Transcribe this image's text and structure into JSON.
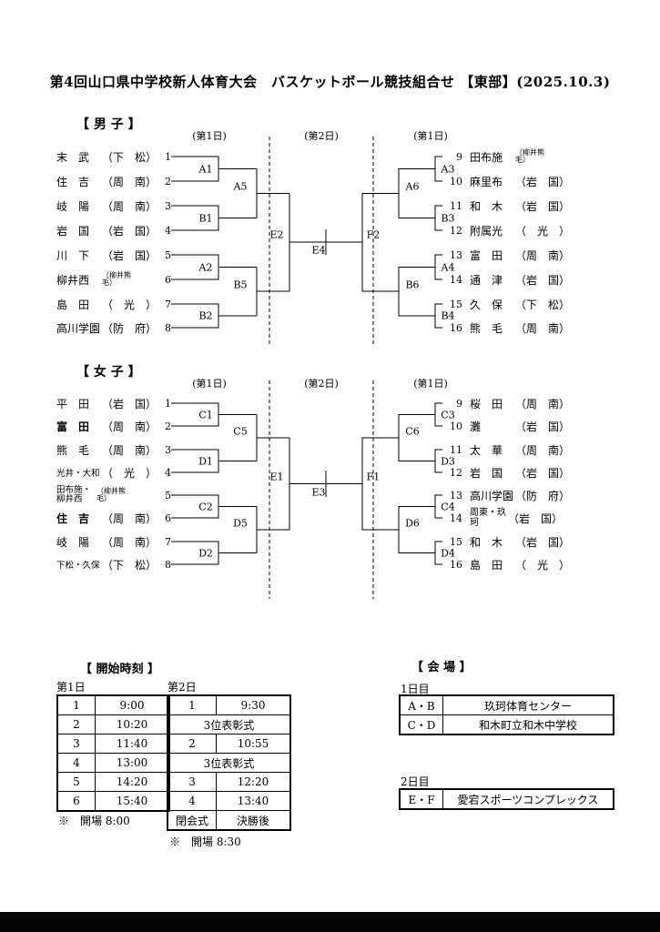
{
  "page": {
    "title": "第4回山口県中学校新人体育大会　バスケットボール競技組合せ 【東部】(2025.10.3)"
  },
  "men": {
    "section_label": "【 男 子 】",
    "day_left": "(第1日)",
    "day_center": "(第2日)",
    "day_right": "(第1日)",
    "left_teams": [
      {
        "name": "末　武",
        "region": "（下　松）",
        "seed": "1"
      },
      {
        "name": "住　吉",
        "region": "（周　南）",
        "seed": "2"
      },
      {
        "name": "岐　陽",
        "region": "（周　南）",
        "seed": "3"
      },
      {
        "name": "岩　国",
        "region": "（岩　国）",
        "seed": "4"
      },
      {
        "name": "川　下",
        "region": "（岩　国）",
        "seed": "5"
      },
      {
        "name": "柳井西",
        "region": "（柳井熊毛）",
        "seed": "6"
      },
      {
        "name": "島　田",
        "region": "（　光　）",
        "seed": "7"
      },
      {
        "name": "高川学園",
        "region": "（防　府）",
        "seed": "8"
      }
    ],
    "right_teams": [
      {
        "seed": "9",
        "name": "田布施",
        "region": "（柳井熊毛）"
      },
      {
        "seed": "10",
        "name": "麻里布",
        "region": "（岩　国）"
      },
      {
        "seed": "11",
        "name": "和　木",
        "region": "（岩　国）"
      },
      {
        "seed": "12",
        "name": "附属光",
        "region": "（　光　）"
      },
      {
        "seed": "13",
        "name": "富　田",
        "region": "（周　南）"
      },
      {
        "seed": "14",
        "name": "通　津",
        "region": "（岩　国）"
      },
      {
        "seed": "15",
        "name": "久　保",
        "region": "（下　松）"
      },
      {
        "seed": "16",
        "name": "熊　毛",
        "region": "（周　南）"
      }
    ],
    "matches": {
      "l_r1": [
        "A1",
        "B1",
        "A2",
        "B2"
      ],
      "l_r2": [
        "A5",
        "B5"
      ],
      "semi_left": "E2",
      "final": "E4",
      "semi_right": "F2",
      "r_r2": [
        "A6",
        "B6"
      ],
      "r_r1": [
        "A3",
        "B3",
        "A4",
        "B4"
      ]
    }
  },
  "women": {
    "section_label": "【 女 子 】",
    "day_left": "(第1日)",
    "day_center": "(第2日)",
    "day_right": "(第1日)",
    "left_teams": [
      {
        "name": "平　田",
        "region": "（岩　国）",
        "seed": "1"
      },
      {
        "name": "富　田",
        "region": "（周　南）",
        "seed": "2"
      },
      {
        "name": "熊　毛",
        "region": "（周　南）",
        "seed": "3"
      },
      {
        "name": "光井・大和",
        "region": "（　光　）",
        "seed": "4"
      },
      {
        "name": "田布施・柳井西",
        "region": "（柳井熊毛）",
        "seed": "5"
      },
      {
        "name": "住　吉",
        "region": "（周　南）",
        "seed": "6"
      },
      {
        "name": "岐　陽",
        "region": "（周　南）",
        "seed": "7"
      },
      {
        "name": "下松・久保",
        "region": "（下　松）",
        "seed": "8"
      }
    ],
    "right_teams": [
      {
        "seed": "9",
        "name": "桜　田",
        "region": "（周　南）"
      },
      {
        "seed": "10",
        "name": "灘",
        "region": "（岩　国）"
      },
      {
        "seed": "11",
        "name": "太　華",
        "region": "（周　南）"
      },
      {
        "seed": "12",
        "name": "岩　国",
        "region": "（岩　国）"
      },
      {
        "seed": "13",
        "name": "高川学園",
        "region": "（防　府）"
      },
      {
        "seed": "14",
        "name": "周東・玖珂",
        "region": "（岩　国）"
      },
      {
        "seed": "15",
        "name": "和　木",
        "region": "（岩　国）"
      },
      {
        "seed": "16",
        "name": "島　田",
        "region": "（　光　）"
      }
    ],
    "matches": {
      "l_r1": [
        "C1",
        "D1",
        "C2",
        "D2"
      ],
      "l_r2": [
        "C5",
        "D5"
      ],
      "semi_left": "E1",
      "final": "E3",
      "semi_right": "F1",
      "r_r2": [
        "C6",
        "D6"
      ],
      "r_r1": [
        "C3",
        "D3",
        "C4",
        "D4"
      ]
    }
  },
  "schedule": {
    "heading": "【 開始時刻 】",
    "day1": {
      "label": "第1日",
      "rows": [
        [
          "1",
          "9:00"
        ],
        [
          "2",
          "10:20"
        ],
        [
          "3",
          "11:40"
        ],
        [
          "4",
          "13:00"
        ],
        [
          "5",
          "14:20"
        ],
        [
          "6",
          "15:40"
        ]
      ],
      "note": "※　開場  8:00"
    },
    "day2": {
      "label": "第2日",
      "rows": [
        {
          "no": "1",
          "time": "9:30"
        },
        {
          "span": "3位表彰式"
        },
        {
          "no": "2",
          "time": "10:55"
        },
        {
          "span": "3位表彰式"
        },
        {
          "no": "3",
          "time": "12:20"
        },
        {
          "no": "4",
          "time": "13:40"
        },
        {
          "no": "閉会式",
          "time": "決勝後"
        }
      ],
      "note": "※　開場  8:30"
    }
  },
  "venues": {
    "heading": "【 会 場 】",
    "day1": {
      "label": "1日目",
      "rows": [
        [
          "A・B",
          "玖珂体育センター"
        ],
        [
          "C・D",
          "和木町立和木中学校"
        ]
      ]
    },
    "day2": {
      "label": "2日目",
      "rows": [
        [
          "E・F",
          "愛宕スポーツコンプレックス"
        ]
      ]
    }
  }
}
